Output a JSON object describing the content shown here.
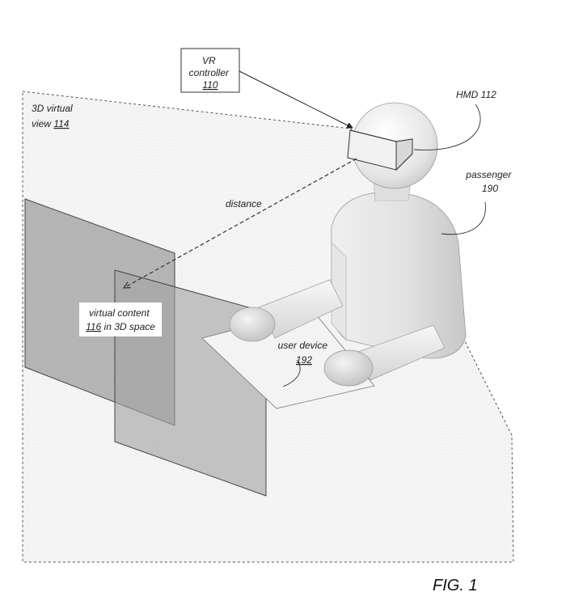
{
  "labels": {
    "vr_controller": {
      "line1": "VR",
      "line2": "controller",
      "ref": "110"
    },
    "hmd": "HMD 112",
    "virtual_view": {
      "line1": "3D virtual",
      "line2_text": "view ",
      "ref": "114"
    },
    "passenger": {
      "line1": "passenger",
      "line2": "190"
    },
    "distance": "distance",
    "virtual_content": {
      "line1": "virtual content",
      "ref": "116",
      "line2_rest": " in 3D space"
    },
    "user_device": {
      "line1": "user device",
      "ref": "192"
    }
  },
  "figure_label": "FIG. 1"
}
